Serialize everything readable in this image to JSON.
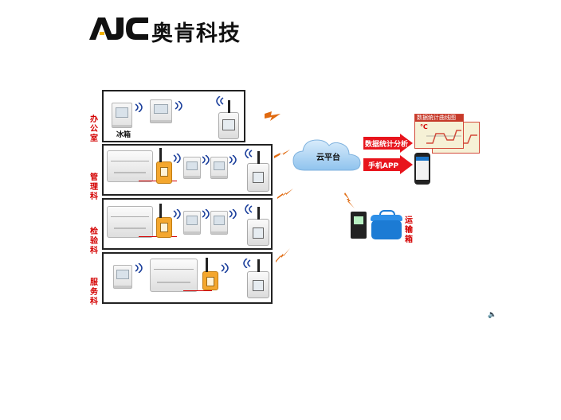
{
  "logo": {
    "mark": "AJC",
    "text": "奥肯科技"
  },
  "rooms": [
    {
      "label": "办公室",
      "device_caption": "冰箱"
    },
    {
      "label": "管理科"
    },
    {
      "label": "检验科"
    },
    {
      "label": "服务科"
    }
  ],
  "cloud": {
    "label": "云平台"
  },
  "arrows": {
    "analysis": "数据统计分析",
    "app": "手机APP"
  },
  "chart": {
    "title": "数据统计曲线图",
    "unit": "℃"
  },
  "transport": {
    "label": "运输箱"
  },
  "footer": {
    "speaker_glyph": "🔈"
  },
  "colors": {
    "accent_red": "#d40000",
    "cloud_blue": "#a9d2f5",
    "logger_orange": "#f4a72e",
    "cooler_blue": "#1c7bd4",
    "bolt_orange": "#e06a10"
  },
  "icons": [
    "wifi-icon",
    "lightning-bolt-icon",
    "cloud-icon",
    "phone-icon",
    "speaker-icon"
  ]
}
